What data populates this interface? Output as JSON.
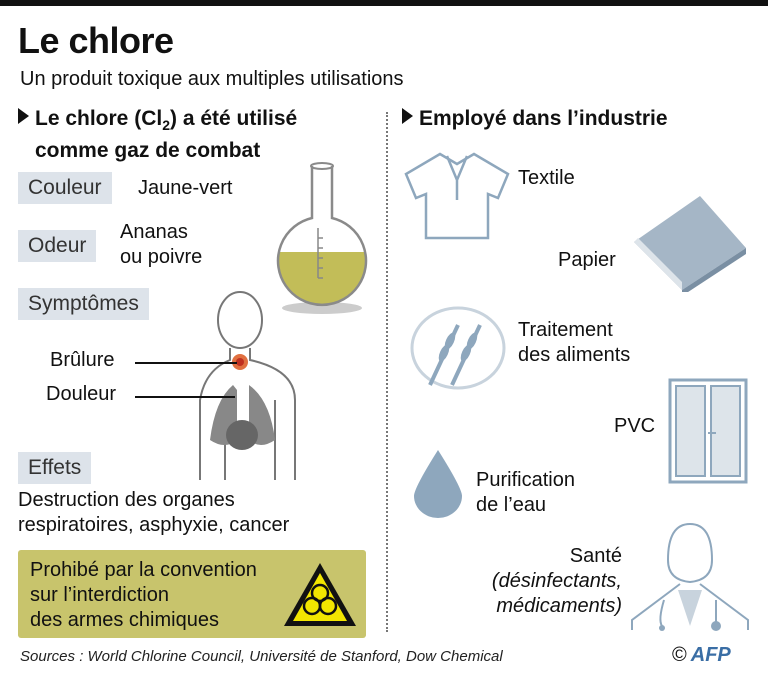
{
  "title": "Le chlore",
  "subtitle": "Un produit toxique aux multiples utilisations",
  "left": {
    "heading_part1": "Le chlore (Cl",
    "heading_sub": "2",
    "heading_part2": ") a été utilisé",
    "heading_line2": "comme gaz de combat",
    "couleur_label": "Couleur",
    "couleur_value": "Jaune-vert",
    "odeur_label": "Odeur",
    "odeur_value1": "Ananas",
    "odeur_value2": "ou poivre",
    "symptomes_label": "Symptômes",
    "brulure": "Brûlure",
    "douleur": "Douleur",
    "effets_label": "Effets",
    "effets_line1": "Destruction des organes",
    "effets_line2": "respiratoires, asphyxie, cancer",
    "warning_line1": "Prohibé par la convention",
    "warning_line2": "sur l’interdiction",
    "warning_line3": "des armes chimiques"
  },
  "right": {
    "heading": "Employé dans l’industrie",
    "textile": "Textile",
    "papier": "Papier",
    "traitement1": "Traitement",
    "traitement2": "des aliments",
    "pvc": "PVC",
    "purification1": "Purification",
    "purification2": "de l’eau",
    "sante": "Santé",
    "sante2": "(désinfectants,",
    "sante3": "médicaments)"
  },
  "footer": {
    "sources": "Sources : World Chlorine Council, Université de Stanford, Dow Chemical",
    "copyright": "©",
    "logo": "AFP"
  },
  "colors": {
    "label_bg": "#dde3ea",
    "warning_bg": "#c8c46c",
    "icon": "#8ea7bd",
    "liquid": "#c2bd58"
  }
}
